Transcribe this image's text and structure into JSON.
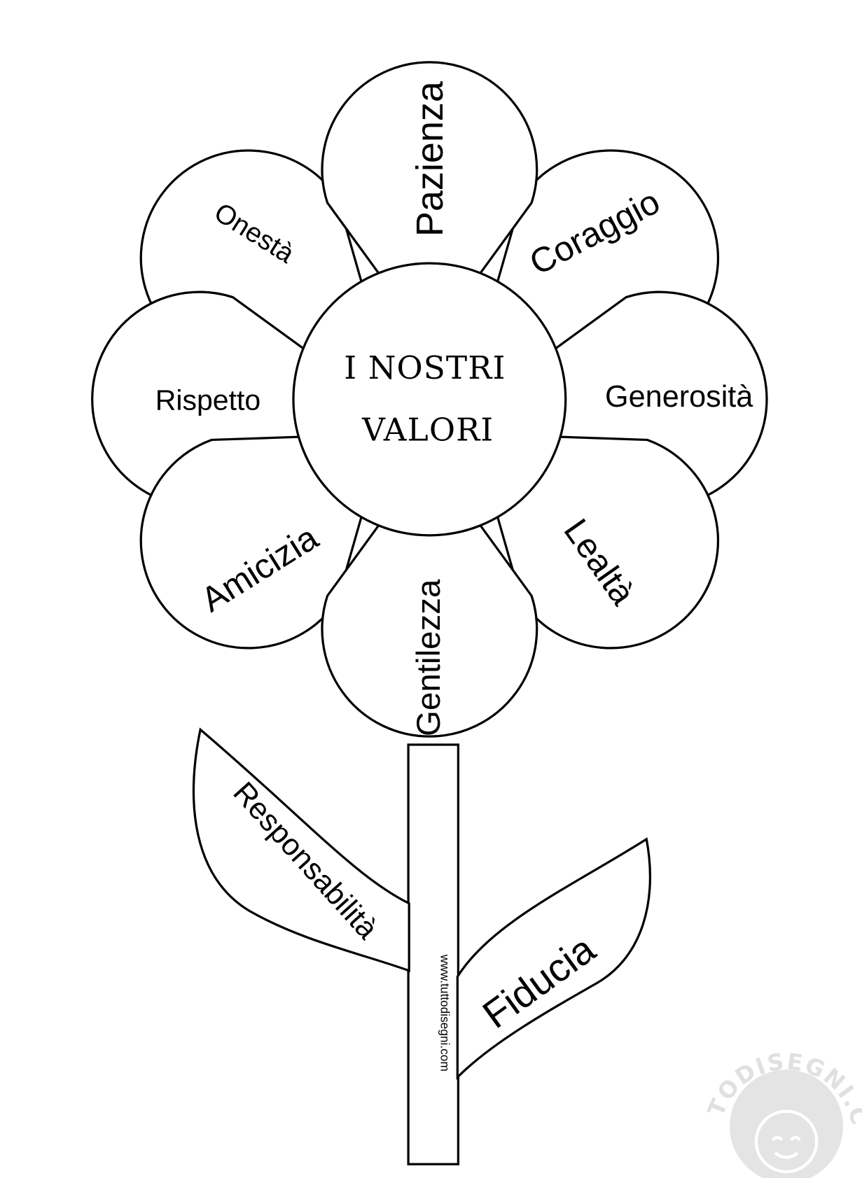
{
  "center": {
    "line1": "I NOSTRI",
    "line2": "VALORI"
  },
  "petals": {
    "top": "Pazienza",
    "upper_right": "Coraggio",
    "right": "Generosità",
    "lower_right": "Lealtà",
    "bottom": "Gentilezza",
    "lower_left": "Amicizia",
    "left": "Rispetto",
    "upper_left": "Onestà"
  },
  "leaves": {
    "left": "Responsabilità",
    "right": "Fiducia"
  },
  "stem_text": "www.tuttodisegni.com",
  "watermark": {
    "text": "TUTTODISEGNI.COM",
    "color": "#e4e4e4"
  }
}
